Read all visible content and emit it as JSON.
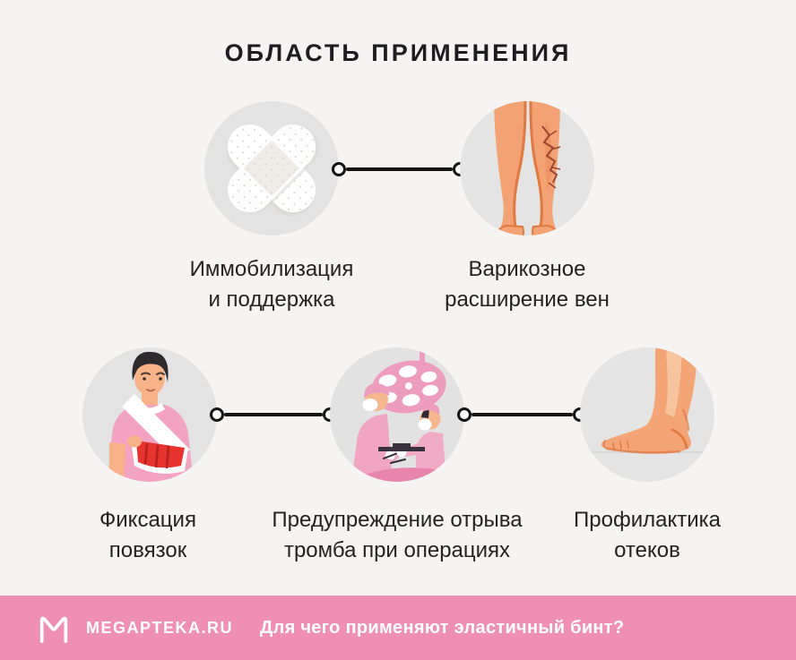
{
  "page": {
    "title": "ОБЛАСТЬ ПРИМЕНЕНИЯ"
  },
  "rows": [
    {
      "items": [
        {
          "icon": "crossed-plasters-illustration",
          "label": "Иммобилизация\nи поддержка"
        },
        {
          "icon": "varicose-veins-legs-illustration",
          "label": "Варикозное\nрасширение вен"
        }
      ]
    },
    {
      "items": [
        {
          "icon": "man-arm-sling-illustration",
          "label": "Фиксация\nповязок"
        },
        {
          "icon": "surgery-operation-illustration",
          "label": "Предупреждение отрыва\nтромба при операциях"
        },
        {
          "icon": "foot-illustration",
          "label": "Профилактика\nотеков"
        }
      ]
    }
  ],
  "footer": {
    "brand": "MEGAPTEKA.RU",
    "question": "Для чего применяют эластичный бинт?"
  },
  "colors": {
    "background": "#f5f4f2",
    "circle_gray": "#e3e3e3",
    "footer_pink": "#ef8fb2",
    "text_dark": "#232323",
    "connector_black": "#141414",
    "skin_orange": "#f3a273",
    "scrubs_pink": "#f0a6c3",
    "cast_red": "#e6332d"
  }
}
